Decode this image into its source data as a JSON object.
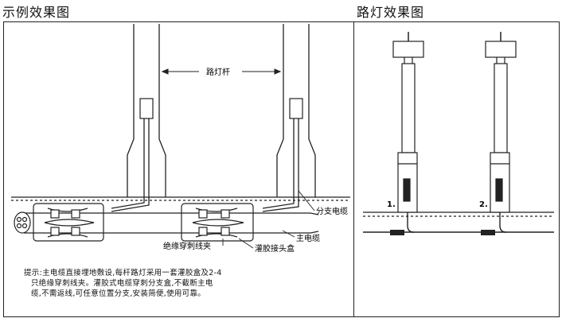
{
  "left_title": "示例效果图",
  "right_title": "路灯效果图",
  "labels": {
    "pole": "路灯杆",
    "branch_cable": "分支电缆",
    "main_cable": "主电缆",
    "junction_box": "灌胶接头盒",
    "clamp": "绝缘穿刺线夹"
  },
  "note": [
    "提示:主电缆直接埋地敷设,每杆路灯采用一套灌胶盒及2-4",
    "只绝缘穿刺线夹。灌胶式电缆穿刺分支盒,不截断主电",
    "缆,不需返线,可任意位置分支,安装简便,使用可靠。"
  ],
  "lamp_markers": [
    "1.",
    "2."
  ]
}
